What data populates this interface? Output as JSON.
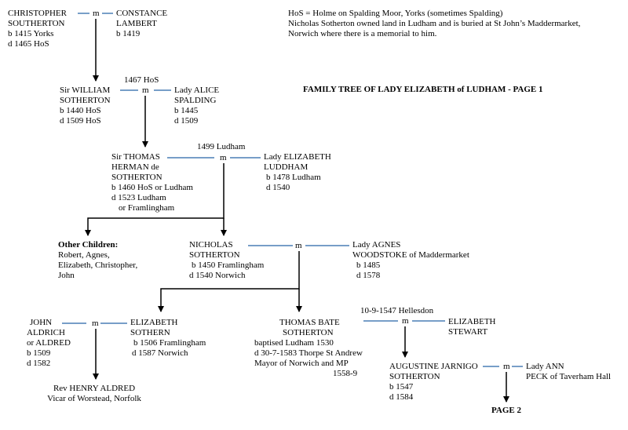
{
  "title": "FAMILY TREE OF LADY ELIZABETH of LUDHAM - PAGE 1",
  "notes": [
    "HoS = Holme on Spalding Moor, Yorks  (sometimes Spalding)",
    "Nicholas Sotherton owned land in Ludham and is buried at St John’s Maddermarket,",
    "Norwich where there is a memorial to him."
  ],
  "marriage_mark": "m",
  "colors": {
    "marriage_line": "#4a7fb5",
    "descent_line": "#000000"
  },
  "people": {
    "christopher": [
      "CHRISTOPHER",
      "SOUTHERTON",
      "b 1415 Yorks",
      "d 1465 HoS"
    ],
    "constance": [
      "CONSTANCE",
      "LAMBERT",
      "b 1419"
    ],
    "william": [
      "Sir WILLIAM",
      "SOTHERTON",
      "b 1440 HoS",
      "d 1509 HoS"
    ],
    "alice": [
      "Lady ALICE",
      "SPALDING",
      "b 1445",
      "d 1509"
    ],
    "thomas": [
      "Sir THOMAS",
      "HERMAN de",
      "SOTHERTON",
      "b 1460 HoS or Ludham",
      "d 1523 Ludham",
      "or Framlingham"
    ],
    "elizabeth_ludham": [
      "Lady ELIZABETH",
      "LUDDHAM",
      "b 1478 Ludham",
      "d 1540"
    ],
    "other_children": {
      "heading": "Other Children:",
      "lines": [
        "Robert, Agnes,",
        "Elizabeth, Christopher,",
        "John"
      ]
    },
    "nicholas": [
      "NICHOLAS",
      "SOTHERTON",
      "b 1450 Framlingham",
      "d 1540 Norwich"
    ],
    "agnes": [
      "Lady AGNES",
      "WOODSTOKE of Maddermarket",
      "b 1485",
      "d 1578"
    ],
    "john": [
      "JOHN",
      "ALDRICH",
      "or ALDRED",
      "b 1509",
      "d 1582"
    ],
    "elizabeth_sothern": [
      "ELIZABETH",
      "SOTHERN",
      "b 1506 Framlingham",
      "d 1587 Norwich"
    ],
    "thomas_bate": [
      "THOMAS BATE",
      "SOTHERTON",
      "baptised Ludham 1530",
      "d 30-7-1583 Thorpe St Andrew",
      "Mayor of Norwich and MP",
      "1558-9"
    ],
    "elizabeth_stewart": [
      "ELIZABETH",
      "STEWART"
    ],
    "henry": [
      "Rev HENRY ALDRED",
      "Vicar of Worstead, Norfolk"
    ],
    "augustine": [
      "AUGUSTINE JARNIGO",
      "SOTHERTON",
      "b 1547",
      "d 1584"
    ],
    "ann": [
      "Lady ANN",
      "PECK of Taverham Hall"
    ]
  },
  "marriage_dates": {
    "william_alice": "1467 HoS",
    "thomas_elizabeth": "1499 Ludham",
    "thomas_bate_elizabeth": "10-9-1547 Hellesdon"
  },
  "page2_link": "PAGE 2"
}
